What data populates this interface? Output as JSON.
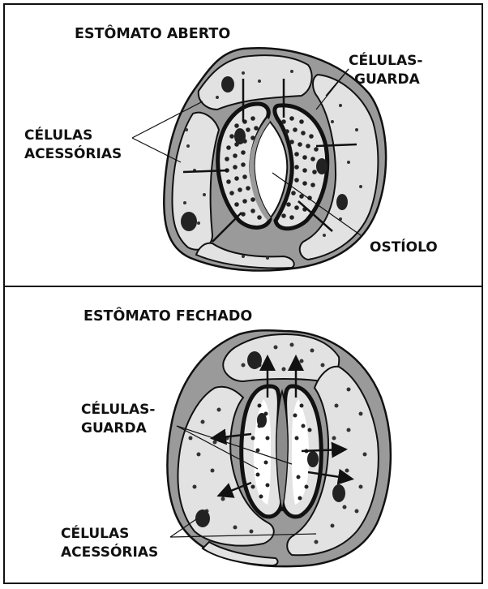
{
  "panels": [
    {
      "title": "ESTÔMATO ABERTO",
      "labels": {
        "guard_line1": "CÉLULAS-",
        "guard_line2": "GUARDA",
        "accessory_line1": "CÉLULAS",
        "accessory_line2": "ACESSÓRIAS",
        "pore": "OSTÍOLO"
      }
    },
    {
      "title": "ESTÔMATO FECHADO",
      "labels": {
        "guard_line1": "CÉLULAS-",
        "guard_line2": "GUARDA",
        "accessory_line1": "CÉLULAS",
        "accessory_line2": "ACESSÓRIAS"
      }
    }
  ],
  "colors": {
    "cell_fill": "#e2e2e2",
    "wall_fill": "#9a9a9a",
    "outline": "#111111",
    "pore_fill": "#ffffff",
    "closed_slit": "#8c8c8c"
  }
}
